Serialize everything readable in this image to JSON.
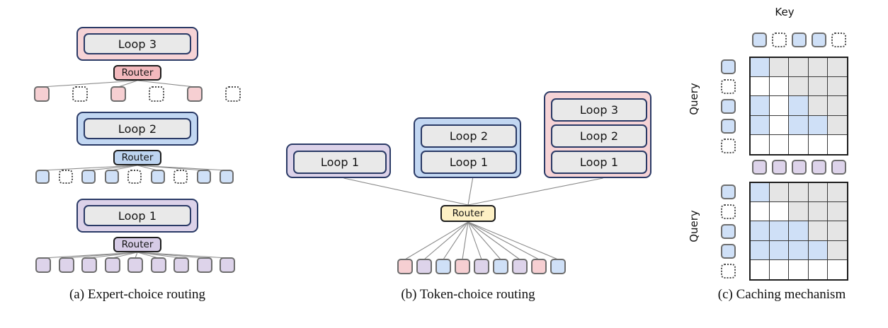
{
  "figure": {
    "title": "Mixture-of-Recursions routing and caching diagram",
    "background": "#ffffff"
  },
  "palette": {
    "pink_fill": "#f6d3d6",
    "blue_fill": "#c2d7f2",
    "purple_fill": "#dcd2e9",
    "gray_fill": "#e9e9e9",
    "yellow_fill": "#fdf0c4",
    "token_pink": "#f6cfd2",
    "token_blue": "#cfe0f7",
    "token_purple": "#ddd3ea",
    "cell_blue": "#cfe0f7",
    "cell_gray": "#e5e5e5",
    "cell_white": "#ffffff",
    "border_navy": "#2a3a66",
    "border_dark": "#1d1d1d",
    "border_token": "#6d6d6d",
    "edge_line": "#8a8a8a"
  },
  "panel_a": {
    "caption": "(a) Expert-choice routing",
    "router_label": "Router",
    "levels": [
      {
        "loop_label": "Loop 3",
        "outer_color": "#f6d3d6",
        "router_color": "#f3b9bd",
        "tokens": [
          "filled",
          "dotted",
          "filled",
          "dotted",
          "filled",
          "dotted"
        ],
        "token_color": "#f6cfd2",
        "token_count": 6
      },
      {
        "loop_label": "Loop 2",
        "outer_color": "#c2d7f2",
        "router_color": "#bdd4f0",
        "tokens": [
          "filled",
          "dotted",
          "filled",
          "filled",
          "dotted",
          "filled",
          "dotted",
          "filled",
          "filled"
        ],
        "token_color": "#cfe0f7",
        "token_count": 9
      },
      {
        "loop_label": "Loop 1",
        "outer_color": "#dcd2e9",
        "router_color": "#d6cbe6",
        "tokens": [
          "filled",
          "filled",
          "filled",
          "filled",
          "filled",
          "filled",
          "filled",
          "filled",
          "filled"
        ],
        "token_color": "#ddd3ea",
        "token_count": 9
      }
    ]
  },
  "panel_b": {
    "caption": "(b) Token-choice routing",
    "router_label": "Router",
    "router_color": "#fdf0c4",
    "stacks": [
      {
        "name": "stack-1-loop",
        "outer_color": "#dcd2e9",
        "loops": [
          "Loop 1"
        ]
      },
      {
        "name": "stack-2-loops",
        "outer_color": "#c2d7f2",
        "loops": [
          "Loop 2",
          "Loop 1"
        ]
      },
      {
        "name": "stack-3-loops",
        "outer_color": "#f6d3d6",
        "loops": [
          "Loop 3",
          "Loop 2",
          "Loop 1"
        ]
      }
    ],
    "tokens": [
      "pink",
      "purple",
      "blue",
      "pink",
      "purple",
      "blue",
      "purple",
      "pink",
      "blue"
    ],
    "token_count": 9
  },
  "panel_c": {
    "caption": "(c) Caching mechanism",
    "key_label": "Key",
    "query_label": "Query",
    "matrices": [
      {
        "name": "recursion-wise-cache",
        "key_tokens": [
          "blue",
          "dotted",
          "blue",
          "blue",
          "dotted"
        ],
        "query_tokens": [
          "blue",
          "dotted",
          "blue",
          "blue",
          "dotted"
        ],
        "cells": [
          [
            "blue",
            "gray",
            "gray",
            "gray",
            "gray"
          ],
          [
            "white",
            "white",
            "gray",
            "gray",
            "gray"
          ],
          [
            "blue",
            "white",
            "blue",
            "gray",
            "gray"
          ],
          [
            "blue",
            "white",
            "blue",
            "blue",
            "gray"
          ],
          [
            "white",
            "white",
            "white",
            "white",
            "white"
          ]
        ]
      },
      {
        "name": "recursive-kv-sharing",
        "key_tokens": [
          "purple",
          "purple",
          "purple",
          "purple",
          "purple"
        ],
        "query_tokens": [
          "blue",
          "dotted",
          "blue",
          "blue",
          "dotted"
        ],
        "cells": [
          [
            "blue",
            "gray",
            "gray",
            "gray",
            "gray"
          ],
          [
            "white",
            "white",
            "gray",
            "gray",
            "gray"
          ],
          [
            "blue",
            "blue",
            "blue",
            "gray",
            "gray"
          ],
          [
            "blue",
            "blue",
            "blue",
            "blue",
            "gray"
          ],
          [
            "white",
            "white",
            "white",
            "white",
            "white"
          ]
        ]
      }
    ]
  }
}
